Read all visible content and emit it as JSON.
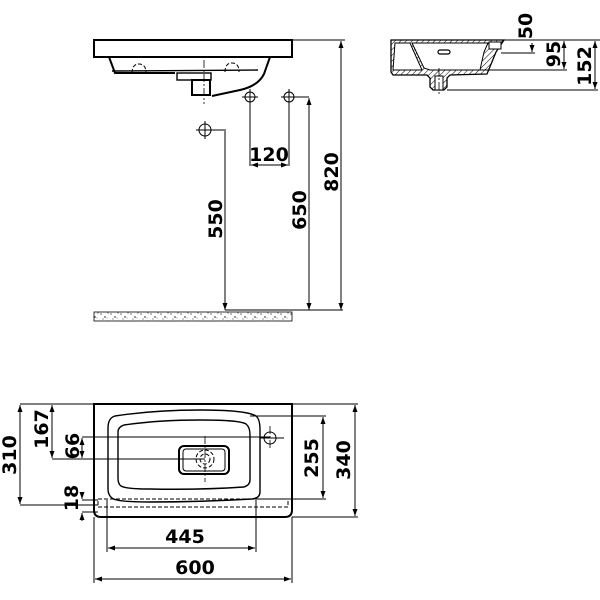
{
  "diagram": {
    "subject": "Washbasin technical drawing",
    "views": {
      "front_elevation": {
        "dimensions": {
          "hole_spacing": "120",
          "drain_height": "550",
          "tap_height": "650",
          "top_height": "820"
        }
      },
      "side_section": {
        "dimensions": {
          "overflow_depth": "50",
          "bowl_depth": "95",
          "total_depth": "152"
        }
      },
      "plan_view": {
        "dimensions": {
          "drain_offset_from_back": "167",
          "drain_opening": "66",
          "total_depth": "310",
          "front_ledge": "18",
          "bowl_depth": "255",
          "overall_depth": "340",
          "bowl_width": "445",
          "overall_width": "600"
        }
      }
    },
    "colors": {
      "line": "#000000",
      "background": "#ffffff"
    }
  }
}
